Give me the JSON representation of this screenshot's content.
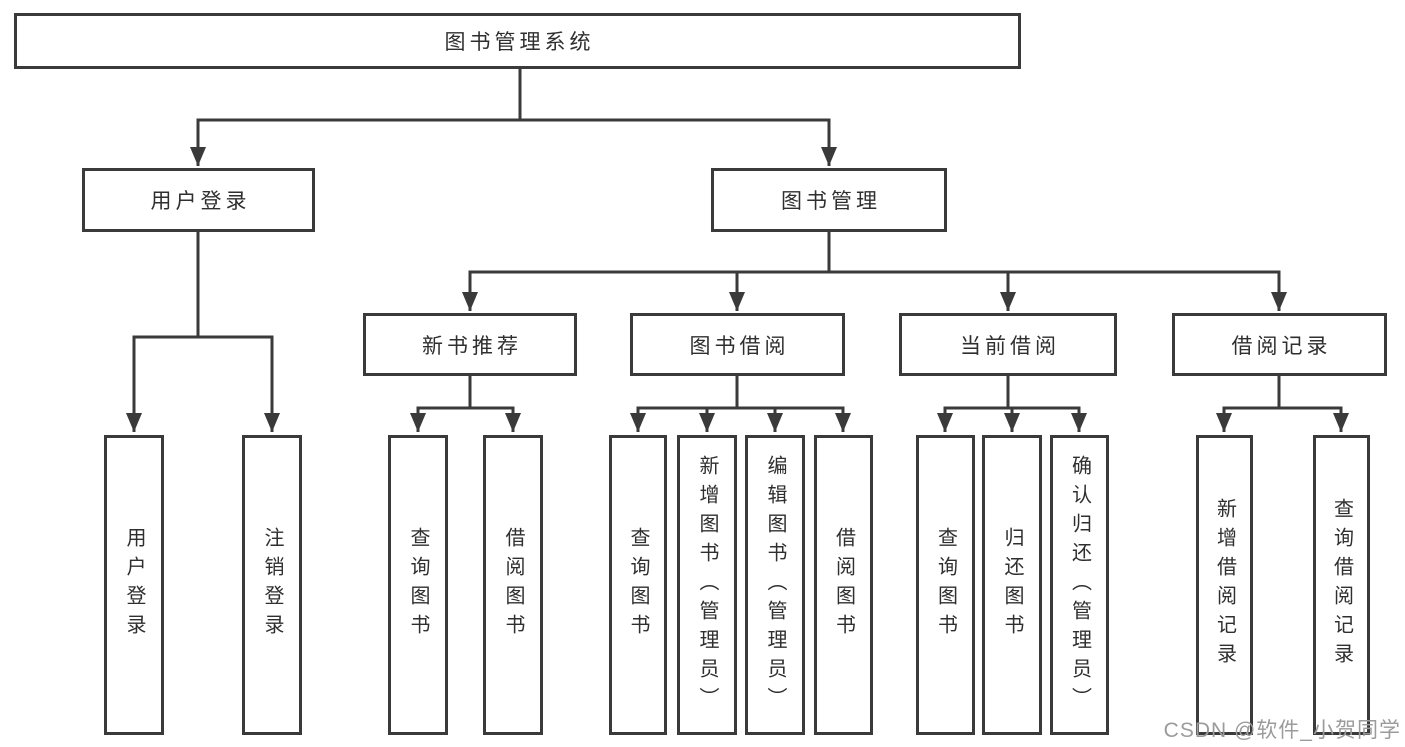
{
  "diagram_type": "hierarchy-tree",
  "colors": {
    "line": "#3a3a3a",
    "box_border": "#3a3a3a",
    "text": "#2f2f2f",
    "background": "#ffffff",
    "watermark": "#9b9b9b"
  },
  "tree": {
    "label": "图书管理系统",
    "children": [
      {
        "label": "用户登录",
        "children": [
          {
            "label": "用户登录"
          },
          {
            "label": "注销登录"
          }
        ]
      },
      {
        "label": "图书管理",
        "children": [
          {
            "label": "新书推荐",
            "children": [
              {
                "label": "查询图书"
              },
              {
                "label": "借阅图书"
              }
            ]
          },
          {
            "label": "图书借阅",
            "children": [
              {
                "label": "查询图书"
              },
              {
                "label": "新增图书（管理员）"
              },
              {
                "label": "编辑图书（管理员）"
              },
              {
                "label": "借阅图书"
              }
            ]
          },
          {
            "label": "当前借阅",
            "children": [
              {
                "label": "查询图书"
              },
              {
                "label": "归还图书"
              },
              {
                "label": "确认归还（管理员）"
              }
            ]
          },
          {
            "label": "借阅记录",
            "children": [
              {
                "label": "新增借阅记录"
              },
              {
                "label": "查询借阅记录"
              }
            ]
          }
        ]
      }
    ]
  },
  "watermark": "CSDN @软件_小贺同学"
}
